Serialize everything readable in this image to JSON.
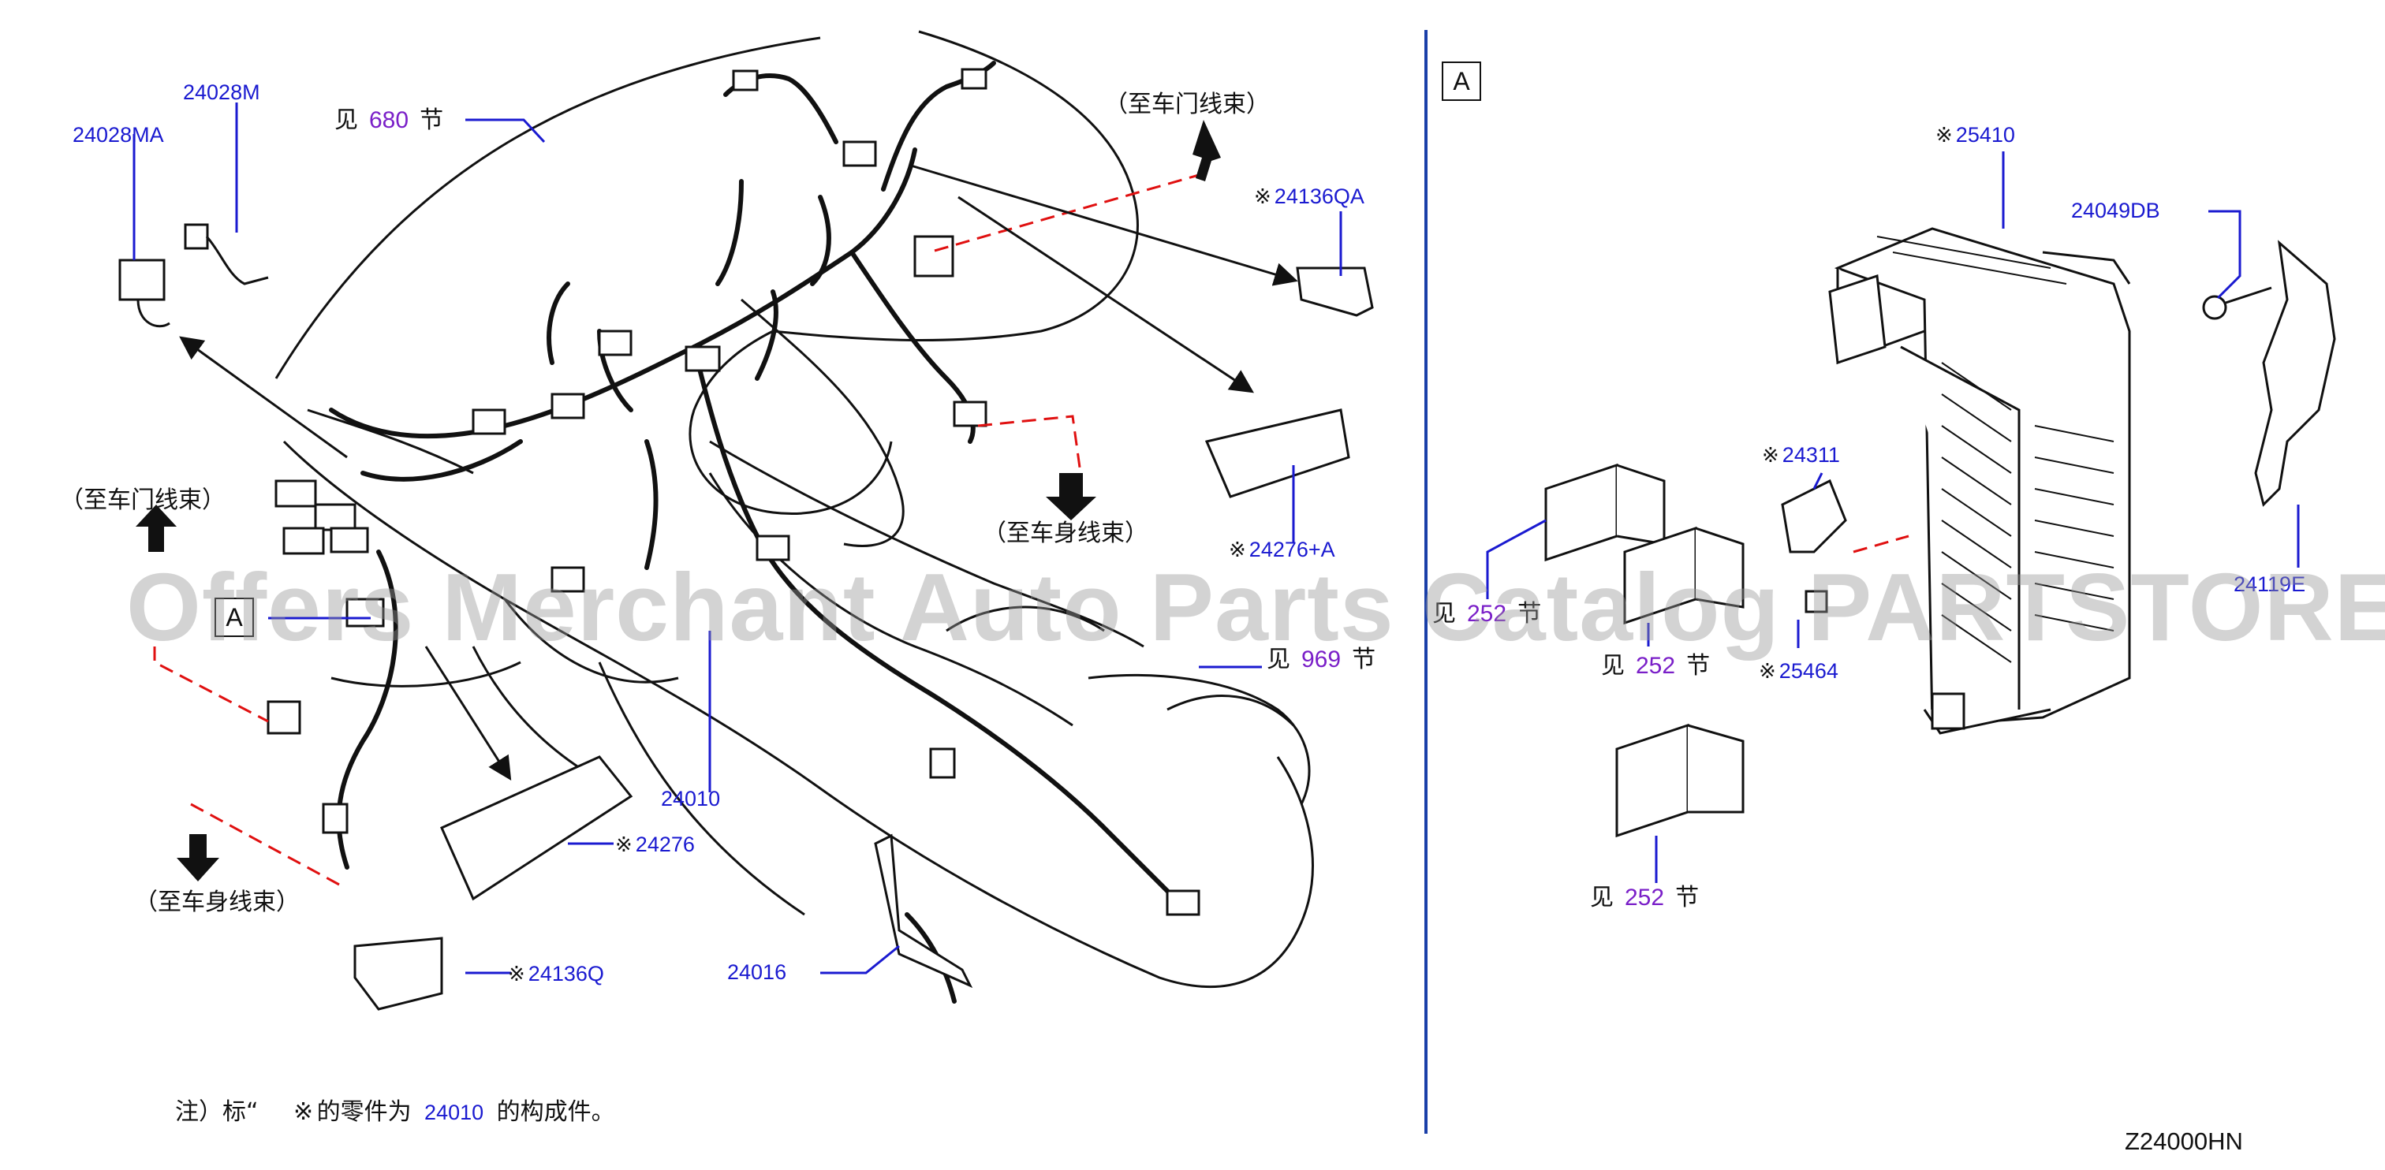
{
  "diagram_code": "Z24000HN",
  "watermark": "Offers Merchant Auto Parts Catalog PARTSTORE.SA",
  "view_marker": "A",
  "mark_symbol": "※",
  "see_word": "见",
  "section_word": "节",
  "note": {
    "prefix": "注）标“",
    "middle": "的零件为",
    "part": "24010",
    "suffix": "的构成件。"
  },
  "destinations": {
    "door_harness": "（至车门线束）",
    "body_harness": "（至车身线束）"
  },
  "section_refs": {
    "s680": "680",
    "s969": "969",
    "s252": "252"
  },
  "parts": {
    "p24028M": "24028M",
    "p24028MA": "24028MA",
    "p24136QA": "24136QA",
    "p24276A": "24276+A",
    "p24010": "24010",
    "p24276": "24276",
    "p24136Q": "24136Q",
    "p24016": "24016",
    "p25410": "25410",
    "p24049DB": "24049DB",
    "p24311": "24311",
    "p25464": "25464",
    "p24119E": "24119E"
  },
  "colors": {
    "part_number": "#1a1ad0",
    "section_number": "#7a1fc8",
    "leader": "#1a1ad0",
    "dashed": "#e01010",
    "divider": "#1a3fa8"
  }
}
